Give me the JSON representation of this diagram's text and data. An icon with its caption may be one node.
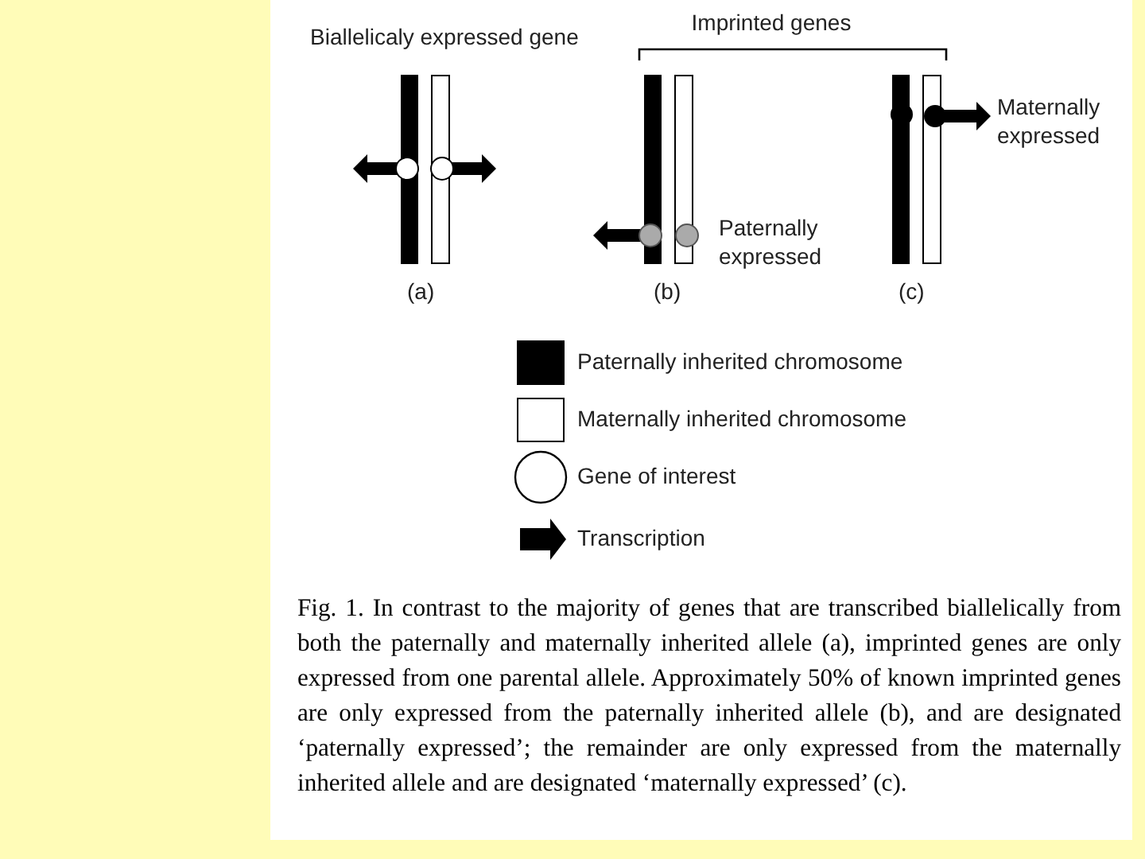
{
  "diagram": {
    "caption": "Fig. 1. In contrast to the majority of genes that are transcribed biallelically from both the paternally and maternally inherited allele (a), imprinted genes are only expressed from one parental allele. Approximately 50% of known imprinted genes are only expressed from the paternally inherited allele (b), and are designated ‘paternally expressed’; the remainder are only expressed from the maternally inherited allele and are designated ‘maternally expressed’ (c).",
    "labels": [
      "Biallelicaly expressed gene",
      "Imprinted genes",
      "(a)",
      "(b)",
      "(c)",
      "Paternally expressed",
      "Maternally expressed"
    ],
    "legend": [
      {
        "text": "Paternally inherited chromosome",
        "color": "#000000"
      },
      {
        "text": "Maternally inherited chromosome",
        "color": "#ffffff"
      },
      {
        "text": "Gene of interest"
      },
      {
        "text": "Transcription"
      }
    ]
  }
}
